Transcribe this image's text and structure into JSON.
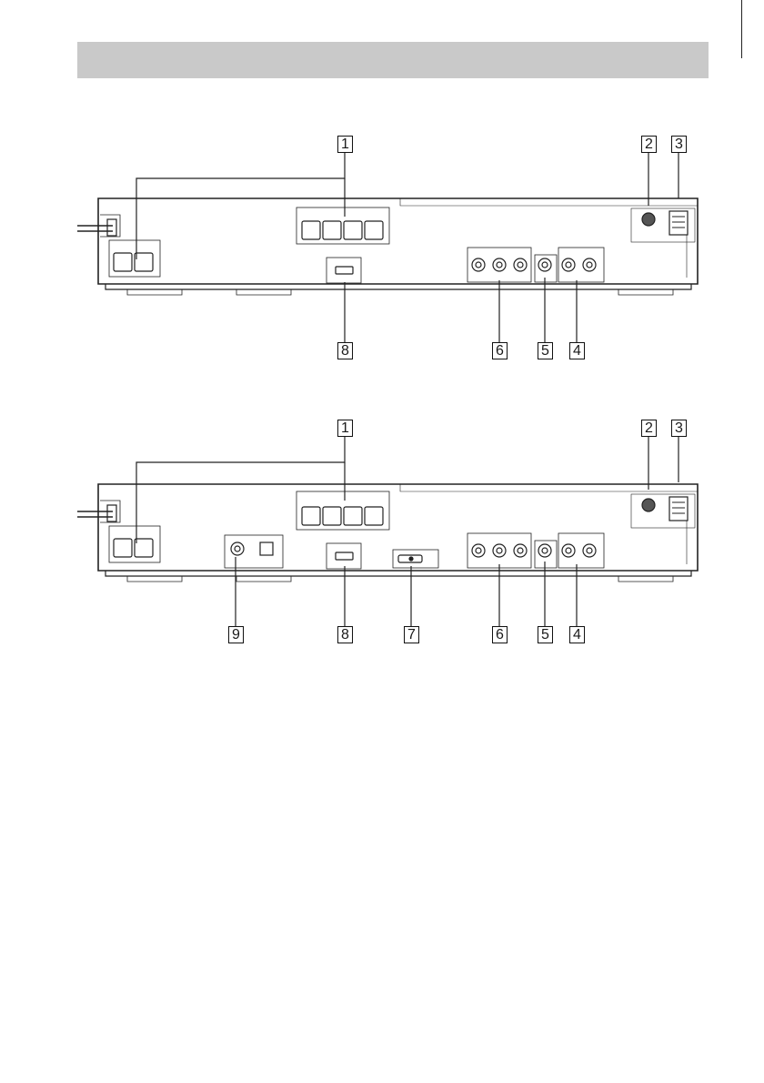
{
  "diagrams": [
    {
      "callouts_top": [
        "1",
        "2",
        "3"
      ],
      "callouts_bottom": [
        "8",
        "6",
        "5",
        "4"
      ]
    },
    {
      "callouts_top": [
        "1",
        "2",
        "3"
      ],
      "callouts_bottom": [
        "9",
        "8",
        "7",
        "6",
        "5",
        "4"
      ]
    }
  ],
  "colors": {
    "band": "#c9c9c9",
    "line": "#222222"
  }
}
